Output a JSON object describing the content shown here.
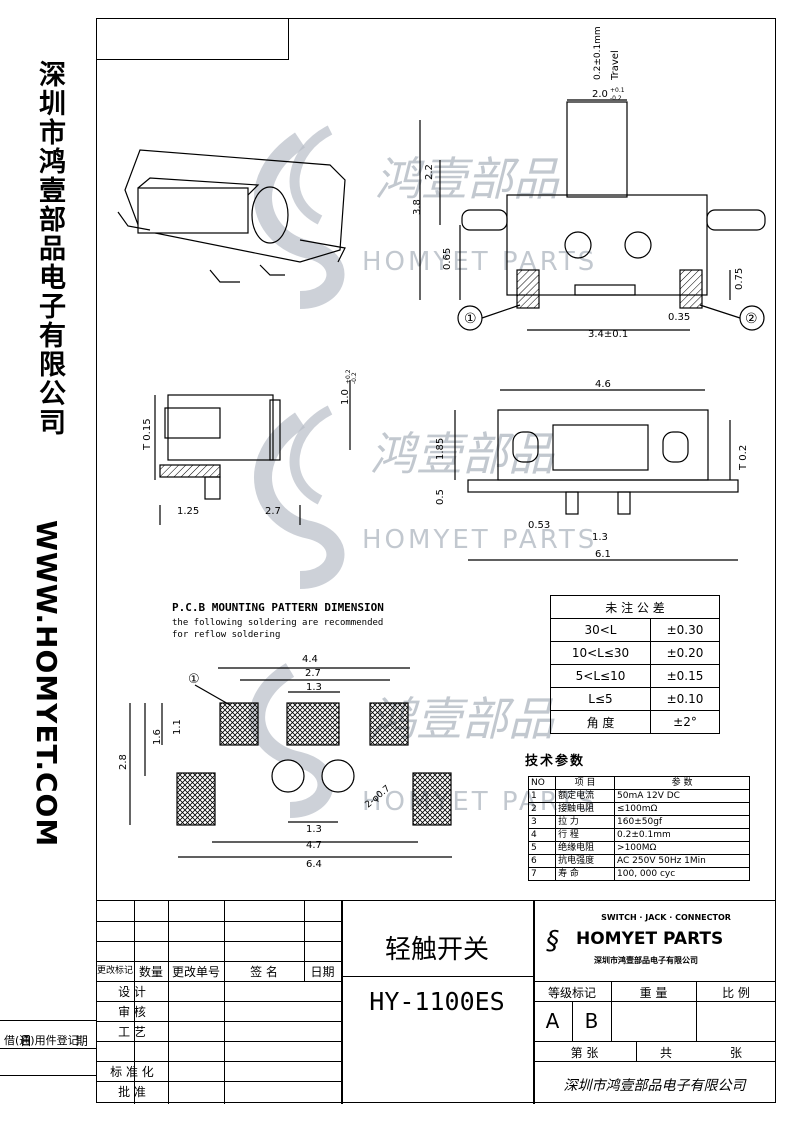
{
  "sidebar": {
    "company_name": "深圳市鸿壹部品电子有限公司",
    "website": "WWW.HOMYET.COM"
  },
  "watermark": {
    "text": "HOMYET PARTS",
    "chinese": "鸿壹部品",
    "color": "#aeb6c0"
  },
  "front_view": {
    "dims": [
      "0.2±0.1mm",
      "Travel",
      "2.0",
      "+0.1",
      "-0.2",
      "2.2",
      "3.8",
      "0.65",
      "0.75",
      "0.35",
      "3.4±0.1"
    ],
    "markers": [
      "①",
      "②"
    ]
  },
  "side_view": {
    "dims": [
      "T 0.15",
      "1.0",
      "+0.2",
      "-0.2",
      "1.25",
      "2.7"
    ]
  },
  "top_view": {
    "dims": [
      "4.6",
      "1.85",
      "0.5",
      "T 0.2",
      "0.53",
      "1.3",
      "6.1"
    ]
  },
  "pcb": {
    "title": "P.C.B MOUNTING PATTERN DIMENSION",
    "note1": "the following soldering are recommended",
    "note2": "for reflow soldering",
    "dims": [
      "4.4",
      "2.7",
      "1.3",
      "1.1",
      "1.6",
      "2.8",
      "1.3",
      "4.7",
      "6.4",
      "2-φ0.7"
    ],
    "marker": "①"
  },
  "tolerance": {
    "title": "未 注 公 差",
    "rows": [
      [
        "30<L",
        "±0.30"
      ],
      [
        "10<L≤30",
        "±0.20"
      ],
      [
        "5<L≤10",
        "±0.15"
      ],
      [
        "L≤5",
        "±0.10"
      ],
      [
        "角   度",
        "±2°"
      ]
    ]
  },
  "specs": {
    "title": "技术参数",
    "headers": [
      "NO",
      "项    目",
      "参    数"
    ],
    "rows": [
      [
        "1",
        "额定电流",
        "50mA 12V DC"
      ],
      [
        "2",
        "接触电阻",
        "≤100mΩ"
      ],
      [
        "3",
        "拉    力",
        "160±50gf"
      ],
      [
        "4",
        "行    程",
        "0.2±0.1mm"
      ],
      [
        "5",
        "绝缘电阻",
        ">100MΩ"
      ],
      [
        "6",
        "抗电强度",
        "AC 250V 50Hz 1Min"
      ],
      [
        "7",
        "寿    命",
        "100, 000 cyc"
      ]
    ]
  },
  "title_block": {
    "product_name": "轻触开关",
    "model": "HY-1100ES",
    "rev_headers": [
      "更改标记",
      "数量",
      "更改单号",
      "签 名",
      "日期"
    ],
    "roles": [
      "设   计",
      "审   核",
      "工   艺",
      "标 准 化",
      "批   准"
    ],
    "left_labels": [
      "借(通)用件登记",
      "日   期"
    ],
    "brand_tagline": "SWITCH · JACK · CONNECTOR",
    "brand_name": "HOMYET PARTS",
    "brand_company": "深圳市鸿壹部品电子有限公司",
    "grade_label": "等级标记",
    "weight_label": "重   量",
    "ratio_label": "比   例",
    "grade_a": "A",
    "grade_b": "B",
    "sheet_label": "第   张",
    "total_label": "共",
    "total_unit": "张",
    "signature": "深圳市鸿壹部品电子有限公司"
  }
}
